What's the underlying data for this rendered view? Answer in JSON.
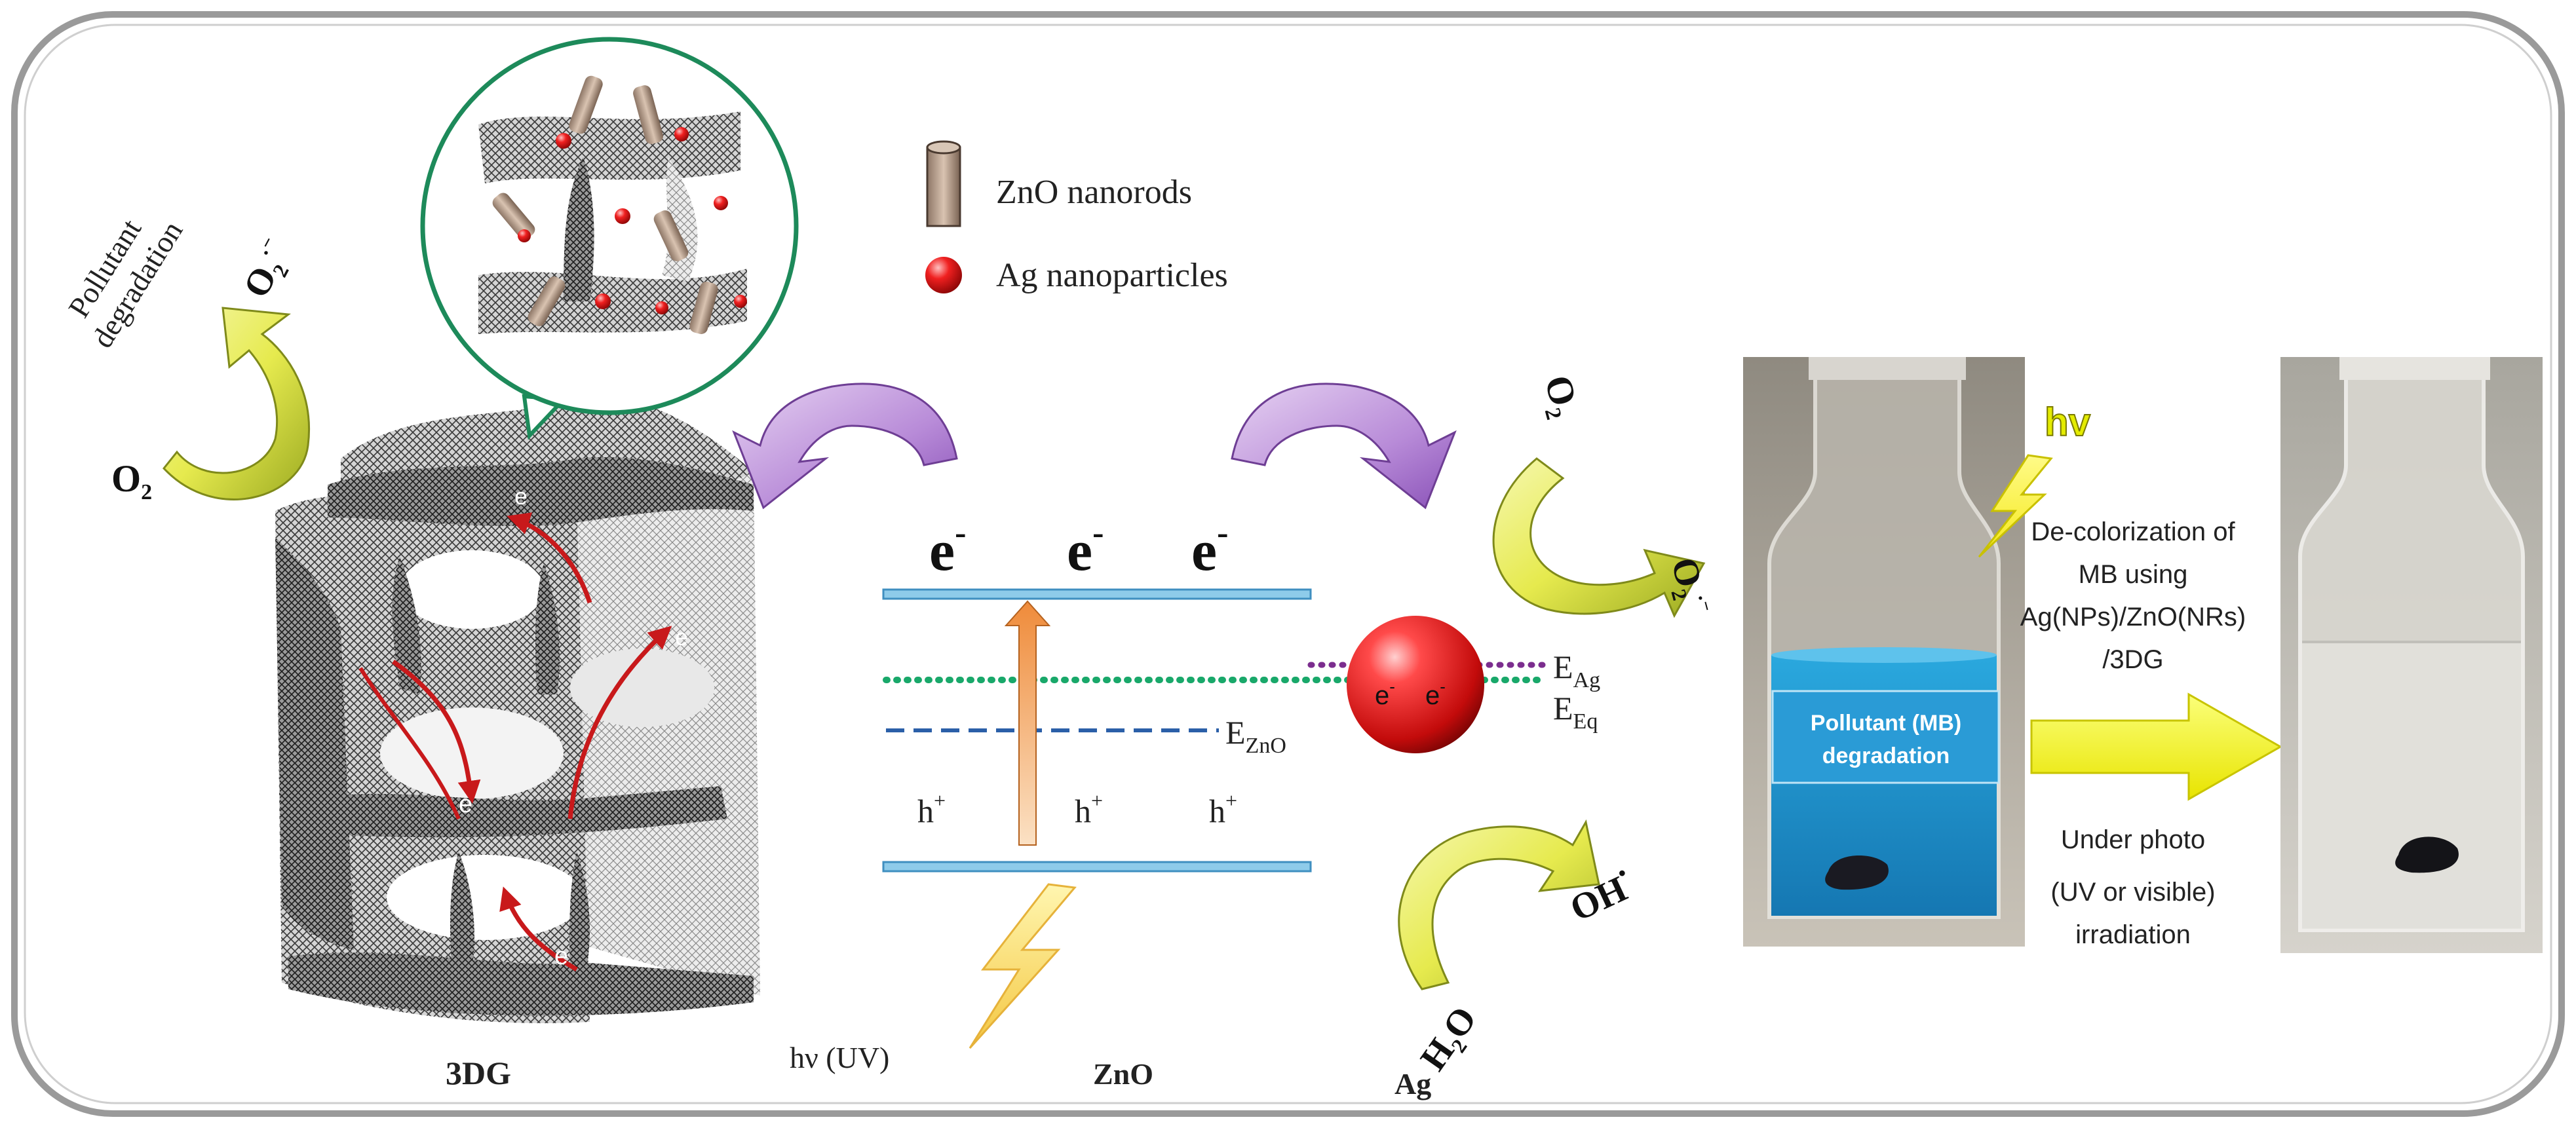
{
  "legend": {
    "zno_nanorods": "ZnO nanorods",
    "ag_nanoparticles": "Ag nanoparticles"
  },
  "left": {
    "pollutant_line1": "Pollutant",
    "pollutant_line2": "degradation",
    "o2": "O",
    "o2_sub": "2",
    "o2_radical": "O",
    "o2_radical_sub": "2",
    "o2_radical_sup": "·⁻",
    "electron": "e",
    "electron_minus": "e",
    "label_3dg": "3DG"
  },
  "band": {
    "electron": "e",
    "electron_sup": "-",
    "hole": "h",
    "hole_sup": "+",
    "e_zno": "E",
    "e_zno_sub": "ZnO",
    "e_ag": "E",
    "e_ag_sub": "Ag",
    "e_eq": "E",
    "e_eq_sub": "Eq",
    "hv_uv": "hν (UV)",
    "label_zno": "ZnO",
    "label_ag": "Ag",
    "ag_e": "e",
    "ag_e_sup": "-"
  },
  "right_species": {
    "o2": "O",
    "o2_sub": "2",
    "o2_radical": "O",
    "o2_radical_sub": "2",
    "o2_radical_sup": "·⁻",
    "oh": "OH",
    "oh_sup": "•",
    "h2o_h": "H",
    "h2o_sub": "2",
    "h2o_o": "O"
  },
  "photos": {
    "hv": "hv",
    "pollutant_label_1": "Pollutant (MB)",
    "pollutant_label_2": "degradation",
    "decolor_1": "De-colorization of",
    "decolor_2": "MB using",
    "decolor_3": "Ag(NPs)/ZnO(NRs)",
    "decolor_4": "/3DG",
    "under_1": "Under photo",
    "under_2": "(UV or visible)",
    "under_3": "irradiation"
  },
  "colors": {
    "frame": "#8a8a8a",
    "band_edge": "#5aa9d6",
    "fermi_ag": "#7b2d8e",
    "fermi_eq": "#19a86a",
    "fermi_zno": "#2b5fa8",
    "ag_sphere": "#e01818",
    "purple_arrow": "#9b5cc4",
    "yellow_arrow": "#e8ec5a",
    "red_path": "#c8191b",
    "liquid_blue": "#1f9bd3"
  }
}
